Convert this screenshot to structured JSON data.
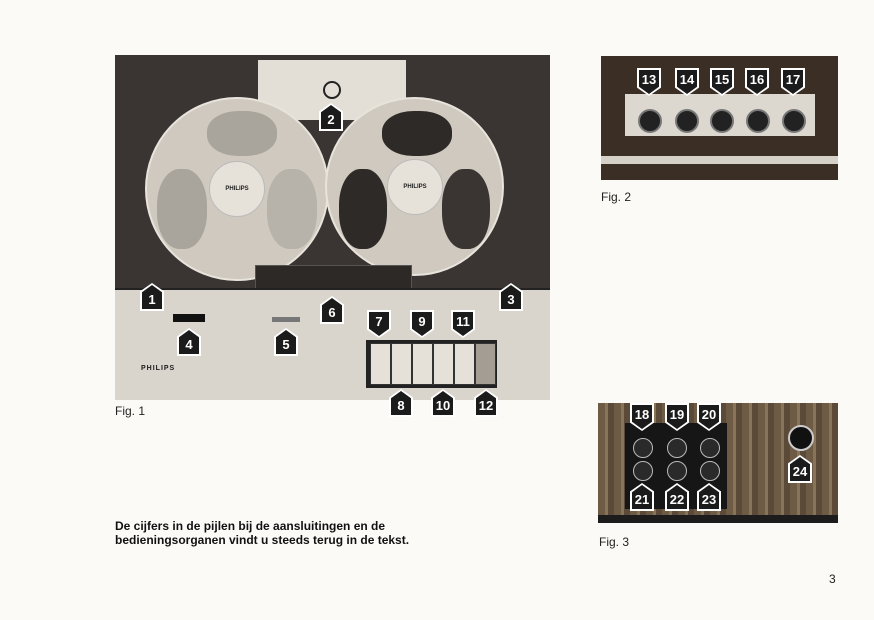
{
  "figures": {
    "fig1": {
      "caption": "Fig. 1",
      "brand_reel_left": "PHILIPS",
      "brand_reel_right": "PHILIPS",
      "brand_panel": "PHILIPS"
    },
    "fig2": {
      "caption": "Fig. 2"
    },
    "fig3": {
      "caption": "Fig. 3"
    }
  },
  "markers": [
    "1",
    "2",
    "3",
    "4",
    "5",
    "6",
    "7",
    "8",
    "9",
    "10",
    "11",
    "12",
    "13",
    "14",
    "15",
    "16",
    "17",
    "18",
    "19",
    "20",
    "21",
    "22",
    "23",
    "24"
  ],
  "body_text": "De cijfers in de pijlen bij de aansluitingen en de bedieningsorganen vindt u steeds terug in de tekst.",
  "page_number": "3",
  "colors": {
    "marker": "#1b1b1b",
    "deck_dark": "#3a3532",
    "deck_light": "#d9d5cd",
    "wood": "#6e5b46"
  }
}
